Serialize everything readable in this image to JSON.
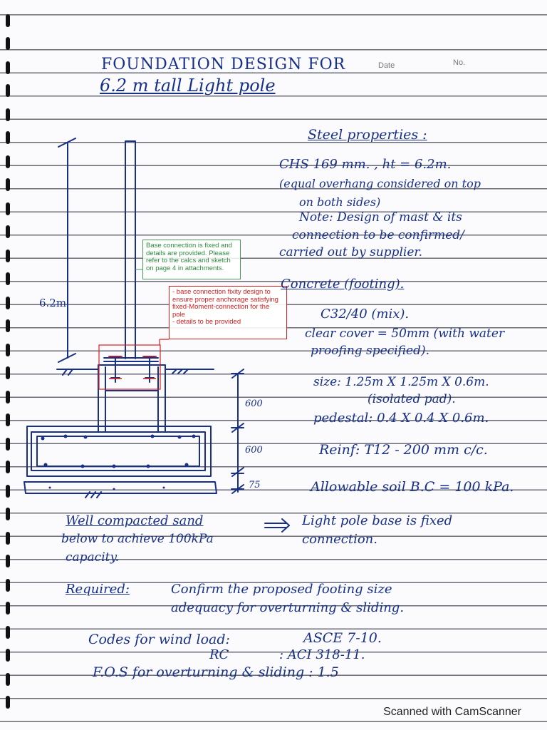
{
  "header": {
    "title_line1": "FOUNDATION DESIGN FOR",
    "title_line2": "6.2 m tall Light pole",
    "date_label": "Date",
    "no_label": "No."
  },
  "sketch": {
    "height_label": "6.2m",
    "dim_600_top": "600",
    "dim_600_bottom": "600",
    "dim_75": "75"
  },
  "notes": {
    "green": "Base connection is fixed and details are provided. Please refer to the calcs and sketch on page 4 in attachments.",
    "red_lines": [
      "- base connection fixity design to ensure proper anchorage satisfying",
      "fixed-Moment-connection for the pole",
      "- details to be provided"
    ]
  },
  "steel": {
    "heading": "Steel properties :",
    "line1": "CHS 169 mm. , ht = 6.2m.",
    "line2": "(equal overhang considered on top",
    "line3": "on both sides)",
    "line4": "Note: Design of mast & its",
    "line5": "connection to be confirmed/",
    "line6": "carried out by supplier."
  },
  "concrete": {
    "heading": "Concrete (footing).",
    "mix": "C32/40 (mix).",
    "cover": "clear cover = 50mm (with water",
    "cover2": "proofing specified).",
    "size": "size: 1.25m X 1.25m X 0.6m.",
    "size2": "(isolated pad).",
    "pedestal": "pedestal: 0.4 X 0.4 X 0.6m.",
    "reinf": "Reinf: T12 - 200 mm c/c.",
    "soil": "Allowable soil B.C = 100 kPa."
  },
  "lower": {
    "sand1": "Well compacted sand",
    "sand2": "below to achieve 100kPa",
    "sand3": "capacity.",
    "arrow_text1": "Light pole base is fixed",
    "arrow_text2": "connection.",
    "required_label": "Required:",
    "required1": "Confirm the proposed footing size",
    "required2": "adequacy for overturning & sliding.",
    "codes_label": "Codes for wind load:",
    "codes_value": "ASCE 7-10.",
    "rc_label": "RC",
    "rc_value": ": ACI 318-11.",
    "fos": "F.O.S for overturning & sliding : 1.5"
  },
  "footer": "Scanned with CamScanner",
  "colors": {
    "ink": "#17308a",
    "rule": "#6b6b78",
    "note_green": "#2e8b3d",
    "note_red": "#d62020"
  }
}
